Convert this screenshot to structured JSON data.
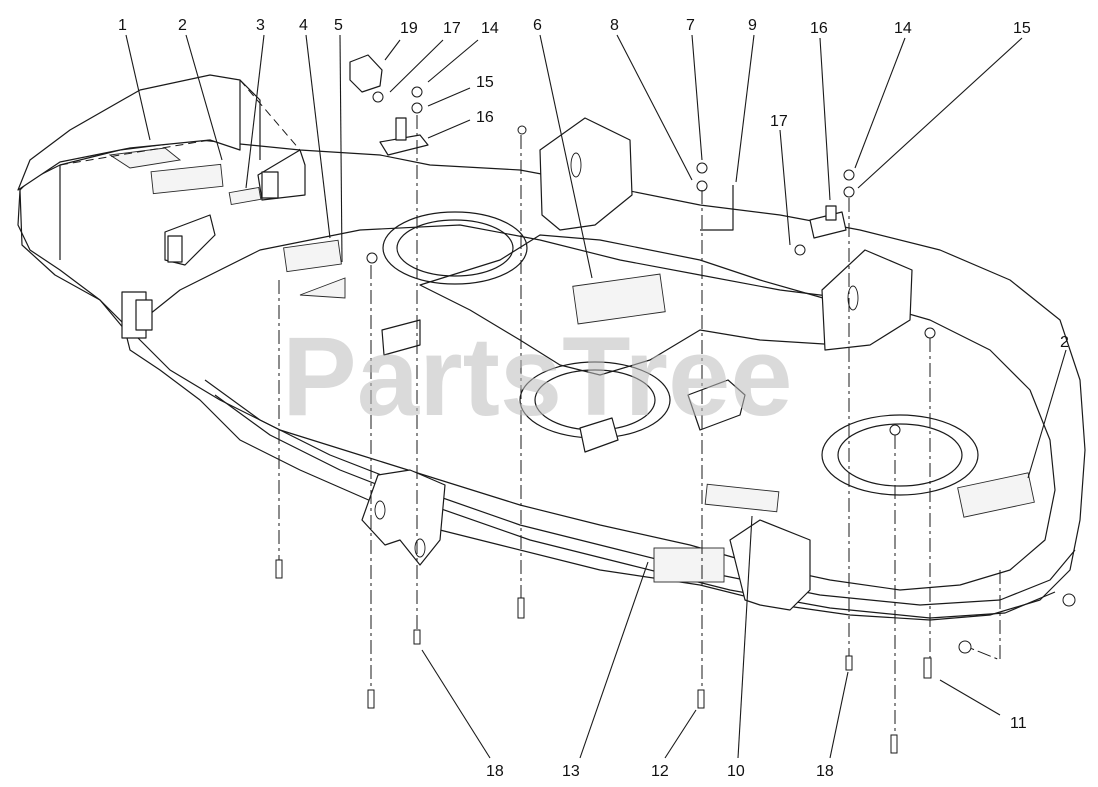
{
  "diagram": {
    "watermark": "PartsTree",
    "callouts": [
      {
        "id": "c1",
        "label": "1"
      },
      {
        "id": "c2a",
        "label": "2"
      },
      {
        "id": "c3",
        "label": "3"
      },
      {
        "id": "c4",
        "label": "4"
      },
      {
        "id": "c5",
        "label": "5"
      },
      {
        "id": "c19",
        "label": "19"
      },
      {
        "id": "c17a",
        "label": "17"
      },
      {
        "id": "c14a",
        "label": "14"
      },
      {
        "id": "c15a",
        "label": "15"
      },
      {
        "id": "c16a",
        "label": "16"
      },
      {
        "id": "c6",
        "label": "6"
      },
      {
        "id": "c8",
        "label": "8"
      },
      {
        "id": "c7",
        "label": "7"
      },
      {
        "id": "c9",
        "label": "9"
      },
      {
        "id": "c16b",
        "label": "16"
      },
      {
        "id": "c14b",
        "label": "14"
      },
      {
        "id": "c15b",
        "label": "15"
      },
      {
        "id": "c17b",
        "label": "17"
      },
      {
        "id": "c2b",
        "label": "2"
      },
      {
        "id": "c11",
        "label": "11"
      },
      {
        "id": "c18a",
        "label": "18"
      },
      {
        "id": "c13",
        "label": "13"
      },
      {
        "id": "c12",
        "label": "12"
      },
      {
        "id": "c10",
        "label": "10"
      },
      {
        "id": "c18b",
        "label": "18"
      }
    ]
  }
}
